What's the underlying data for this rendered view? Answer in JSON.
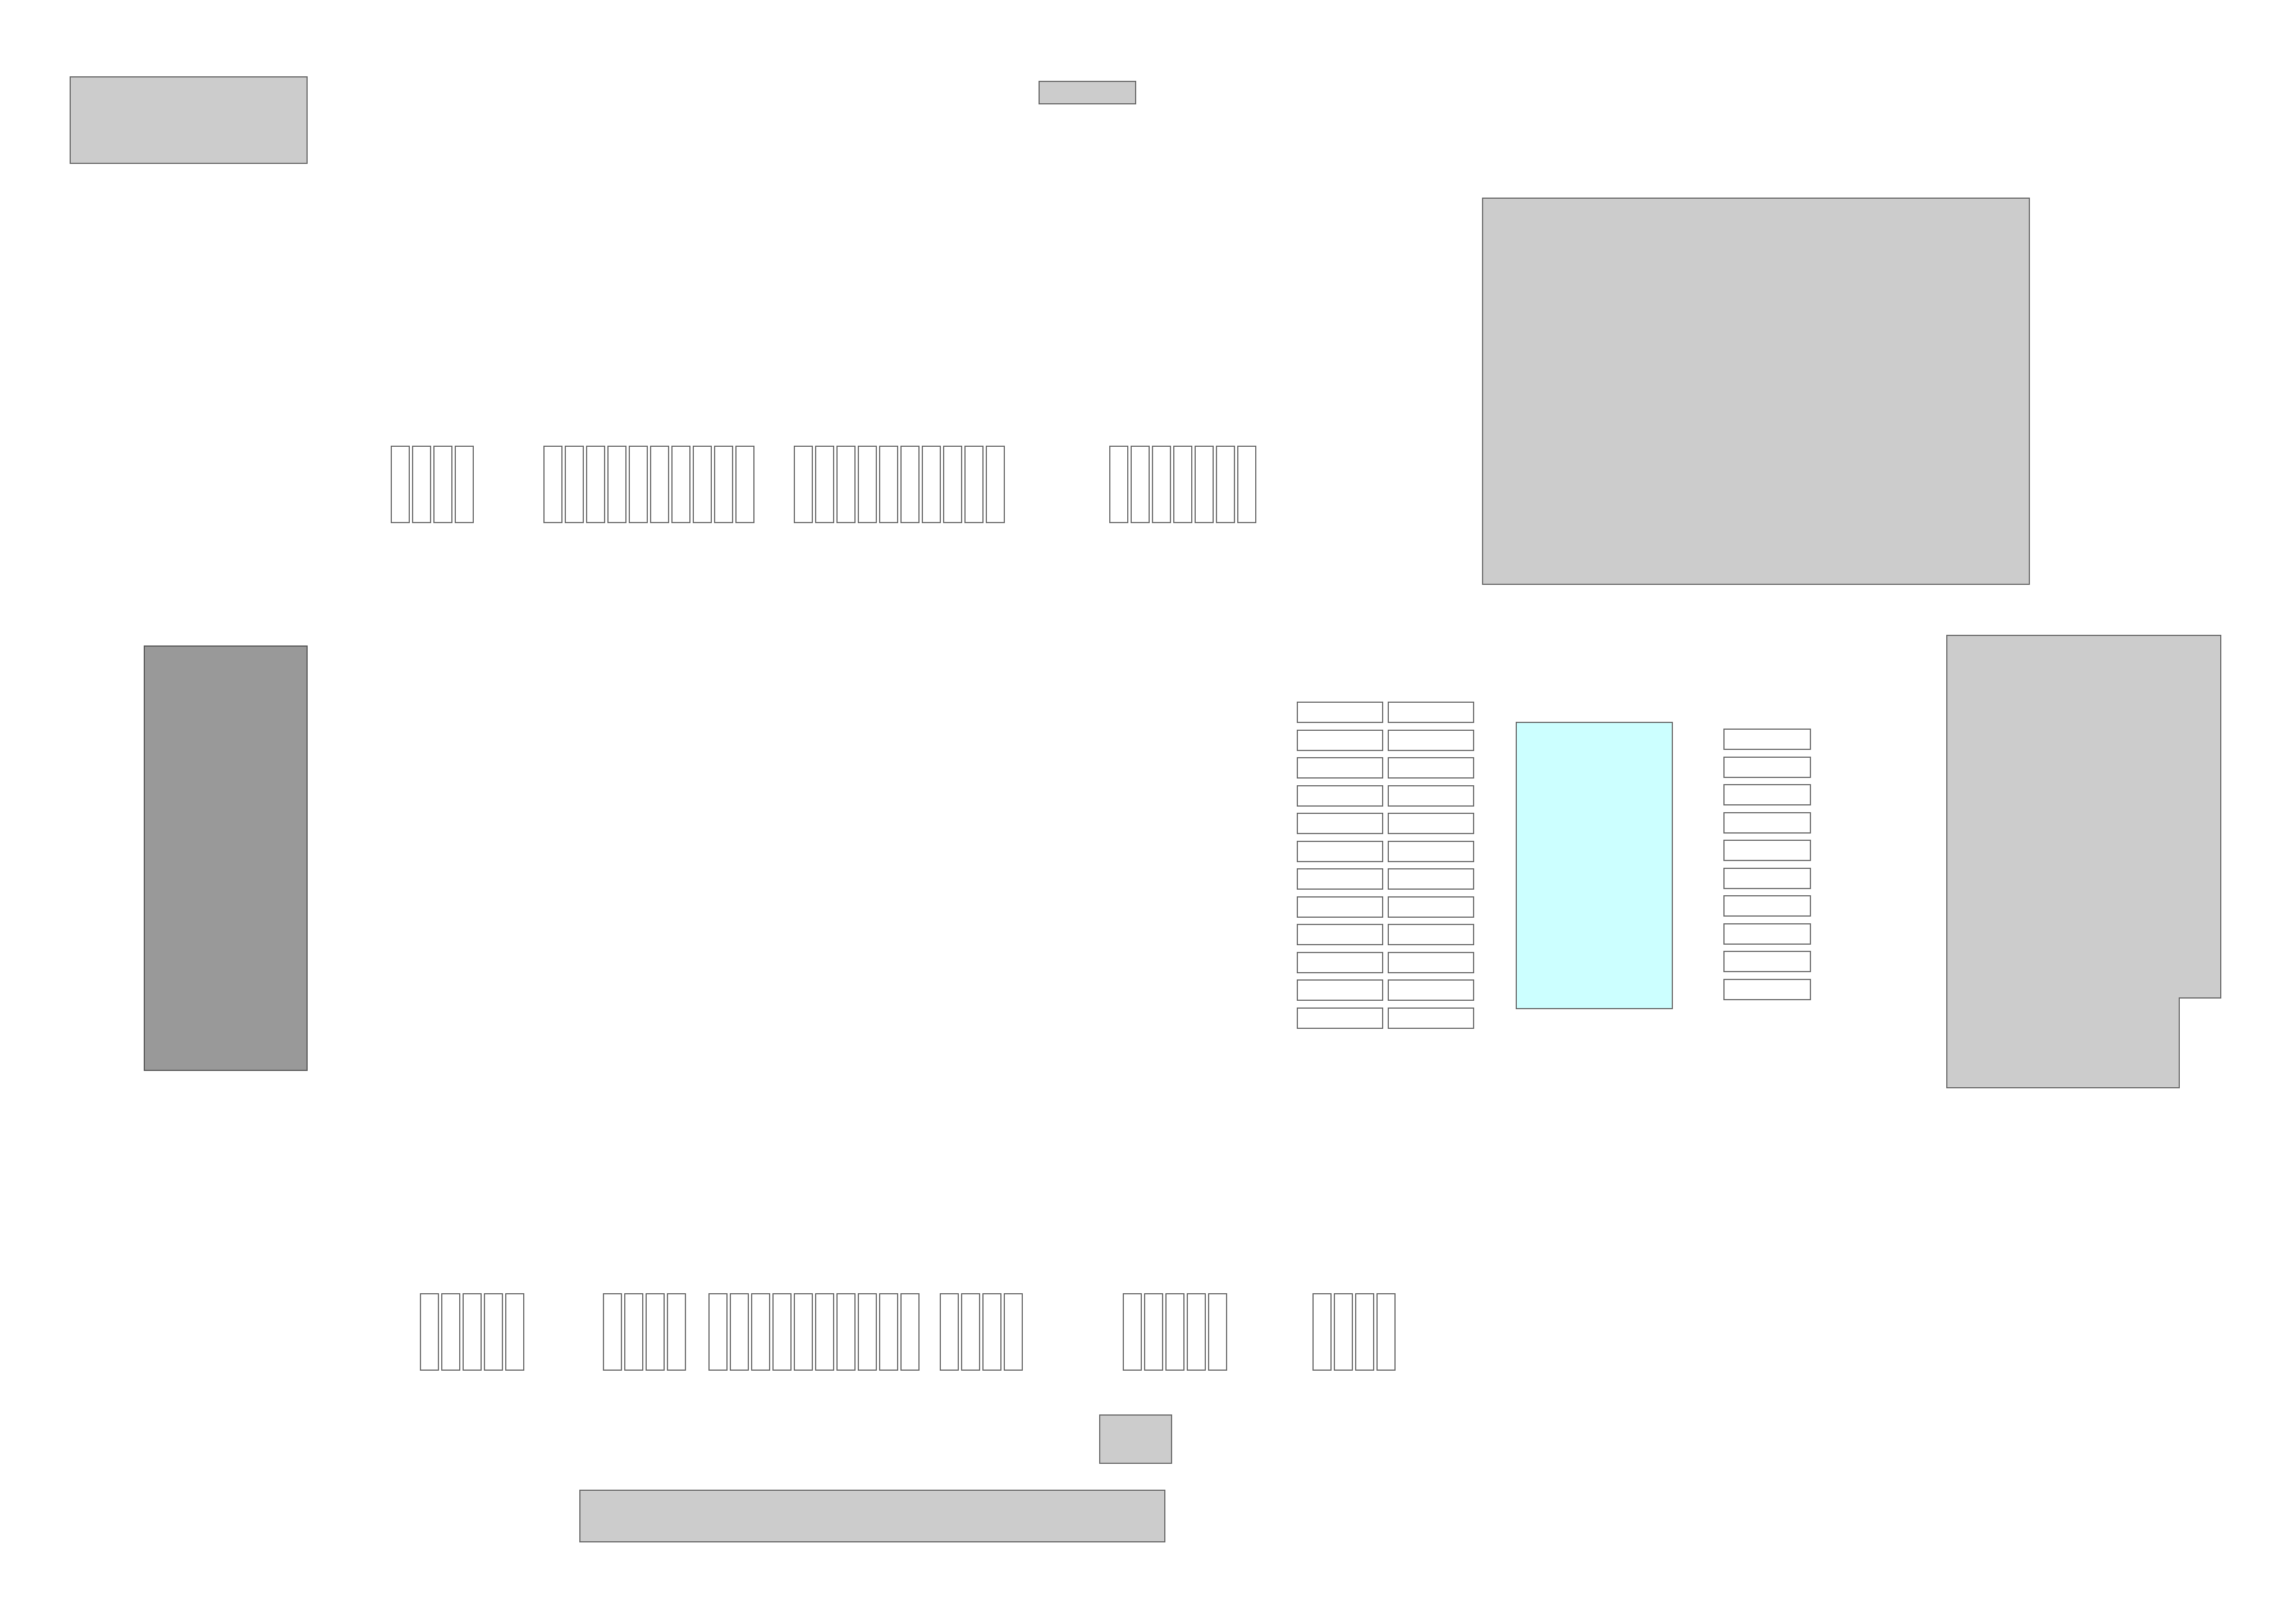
{
  "page": {
    "description_note": ""
  },
  "layout_shapes": {
    "top_left_block": "gray",
    "top_center_tab": "gray",
    "large_panel": "gray",
    "left_tall_bar": "dark",
    "cyan_panel": "cyan",
    "right_l_shape": "gray",
    "bottom_small_block": "gray",
    "bottom_wide_bar": "gray"
  },
  "pin_groups": {
    "top": [
      4,
      10,
      10,
      7
    ],
    "bottom": [
      5,
      4,
      10,
      4,
      5,
      4
    ]
  },
  "grids": {
    "left_two_column_rows": 12,
    "right_single_column_rows": 10
  },
  "colors": {
    "light_gray": "#cccccc",
    "dark_gray": "#999999",
    "cyan": "#ccffff",
    "border": "#666666",
    "background": "#ffffff"
  }
}
